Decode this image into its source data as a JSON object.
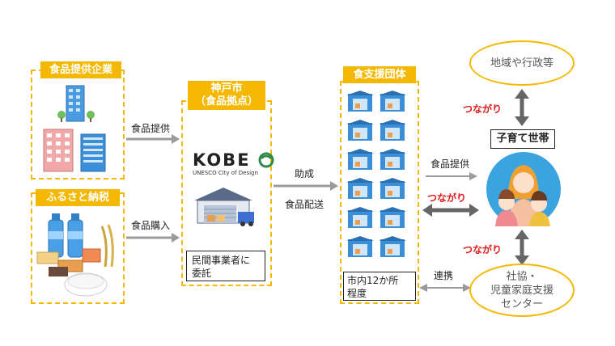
{
  "section1": {
    "title": "食品提供企業"
  },
  "section2": {
    "title": "ふるさと納税"
  },
  "kobe": {
    "title_line1": "神戸市",
    "title_line2": "（食品拠点）",
    "logo_text": "KOBE",
    "logo_sub": "UNESCO City of Design",
    "consign_line1": "民間事業者に",
    "consign_line2": "委託"
  },
  "support": {
    "title": "食支援団体",
    "note_line1": "市内12か所",
    "note_line2": "程度"
  },
  "arrows": {
    "food_provide_1": "食品提供",
    "food_purchase": "食品購入",
    "subsidy": "助成",
    "delivery": "食品配送",
    "food_provide_2": "食品提供",
    "tsunagari_left": "つながり",
    "tsunagari_top": "つながり",
    "tsunagari_bottom": "つながり",
    "renkei": "連携"
  },
  "region": {
    "label": "地域や行政等"
  },
  "household": {
    "label": "子育て世帯"
  },
  "center": {
    "line1": "社協・",
    "line2": "児童家庭支援",
    "line3": "センター"
  },
  "colors": {
    "accent": "#f5b800",
    "arrow": "#9a9a9a",
    "red": "#e01b1b",
    "building_blue": "#3b8fd9",
    "building_pink": "#f0a0a0"
  }
}
